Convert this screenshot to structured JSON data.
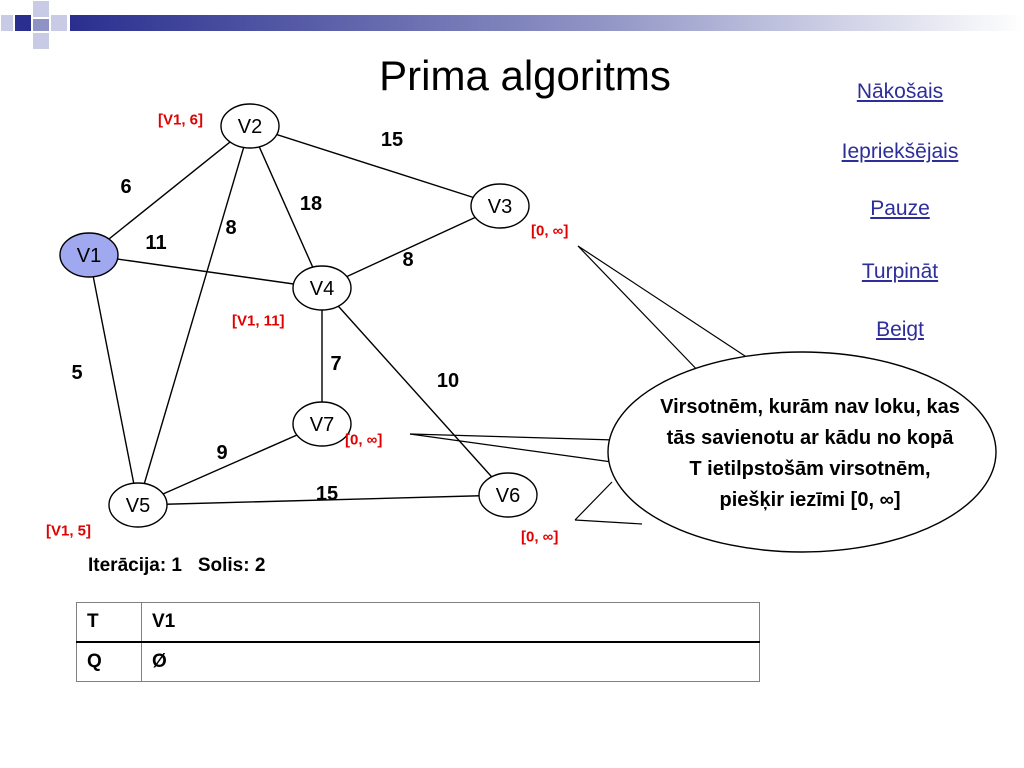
{
  "slide": {
    "title": "Prima algoritms"
  },
  "navigation": {
    "next_label": "Nākošais",
    "previous_label": "Iepriekšējais",
    "pause_label": "Pauze ",
    "continue_label": "Turpināt ",
    "end_label": "Beigt"
  },
  "graph": {
    "nodes": {
      "V1": "V1",
      "V2": "V2",
      "V3": "V3",
      "V4": "V4",
      "V5": "V5",
      "V6": "V6",
      "V7": "V7"
    },
    "highlighted_node": "V1",
    "highlight_color": "#a0a8f0",
    "edge_weights": {
      "V1_V2": "6",
      "V2_V3": "15",
      "V2_V4": "18",
      "V2_V5": "8",
      "V1_V4": "11",
      "V3_V4": "8",
      "V4_V7": "7",
      "V4_V6": "10",
      "V1_V5": "5",
      "V5_V7": "9",
      "V5_V6": "15"
    },
    "labels": {
      "V2": "[V1, 6]",
      "V3": "[0, ∞]",
      "V4": "[V1, 11]",
      "V5": "[V1, 5]",
      "V6": "[0, ∞]",
      "V7": "[0, ∞]"
    },
    "label_color": "#e00000"
  },
  "callout": {
    "text": "Virsotnēm, kurām nav loku, kas tās savienotu ar kādu no kopā T ietilpstošām virsotnēm, piešķir iezīmi [0, ∞]"
  },
  "status": {
    "iteration": "Iterācija: 1",
    "step": "Solis: 2"
  },
  "sets_table": [
    {
      "key": "T",
      "value": "V1"
    },
    {
      "key": "Q",
      "value": "Ø"
    }
  ]
}
